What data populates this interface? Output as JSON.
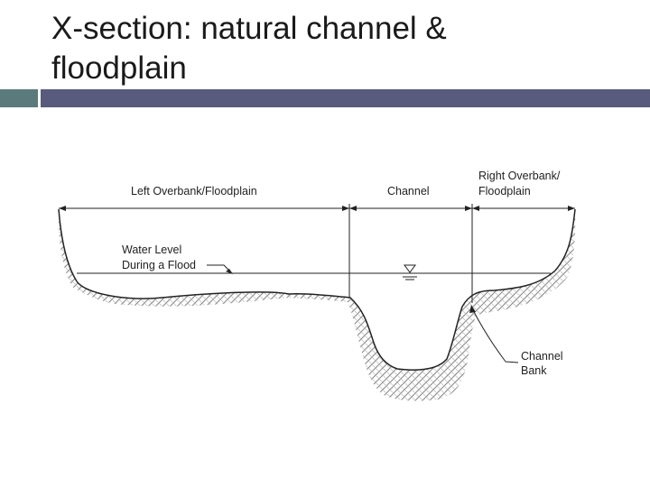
{
  "slide": {
    "title_line1": "X-section: natural channel &",
    "title_line2": "floodplain"
  },
  "diagram": {
    "labels": {
      "left_overbank": "Left Overbank/Floodplain",
      "channel": "Channel",
      "right_overbank_line1": "Right Overbank/",
      "right_overbank_line2": "Floodplain",
      "water_level_line1": "Water Level",
      "water_level_line2": "During a Flood",
      "channel_bank_line1": "Channel",
      "channel_bank_line2": "Bank"
    }
  }
}
